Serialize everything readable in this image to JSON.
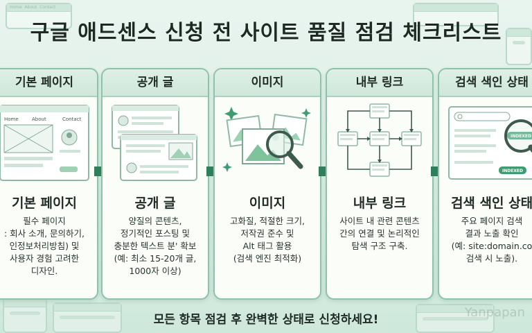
{
  "title": "구글 애드센스 신청 전 사이트 품질 점검 체크리스트",
  "nav_labels": [
    "Home",
    "About",
    "Contact"
  ],
  "cards": [
    {
      "header": "기본 페이지",
      "title": "기본 페이지",
      "illus_labels": [
        "Home",
        "About",
        "Contact"
      ],
      "desc": [
        "필수 페이지",
        ": 회사 소개, 문의하기,",
        "인정보처리방침) 및",
        "사용자 경험 고려한",
        "디자인."
      ]
    },
    {
      "header": "공개 글",
      "title": "공개 글",
      "desc": [
        "양질의 콘텐츠,",
        "정기적인 포스팅 및",
        "충분한 텍스트 분' 확보",
        "(예: 최소 15-20개 글,",
        "1000자 이상)"
      ]
    },
    {
      "header": "이미지",
      "title": "이미지",
      "desc": [
        "고화질, 적절한 크기,",
        "저작권 준수 및",
        "Alt 태그 활용",
        "(검색 엔진 최적화)"
      ]
    },
    {
      "header": "내부 링크",
      "title": "내부 링크",
      "desc": [
        "사이트 내 관련 콘텐츠",
        "간의 연결 및 논리적인",
        "탐색 구조 구축."
      ]
    },
    {
      "header": "검색 색인 상태",
      "title": "검색 색인 상태",
      "illus_labels": [
        "INDEXED",
        "INDEXED"
      ],
      "desc": [
        "주요 페이지 검색",
        "결과 노출 확인",
        "(예: site:domain.co",
        "검색 시 노출)."
      ]
    }
  ],
  "footer": "모든 항목 점검 후 완벽한 상태로 신청하세요!",
  "watermark": "Yanpapan",
  "colors": {
    "accent": "#3f9c72",
    "border": "#8cc4a8",
    "arrow": "#2f7f5d"
  }
}
